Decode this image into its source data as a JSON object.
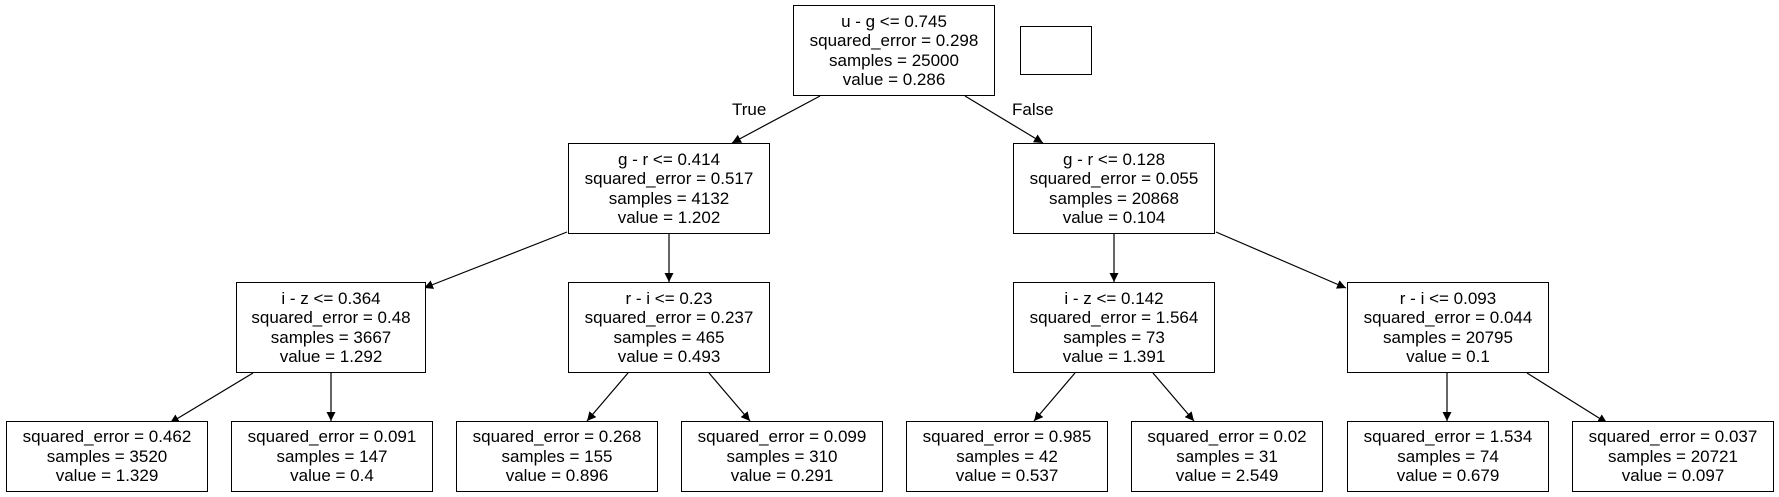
{
  "tree": {
    "root": {
      "condition": "u - g <= 0.745",
      "squared_error": "squared_error = 0.298",
      "samples": "samples = 25000",
      "value": "value = 0.286"
    },
    "edge_labels": {
      "true_label": "True",
      "false_label": "False"
    },
    "level1": {
      "left": {
        "condition": "g - r <= 0.414",
        "squared_error": "squared_error = 0.517",
        "samples": "samples = 4132",
        "value": "value = 1.202"
      },
      "right": {
        "condition": "g - r <= 0.128",
        "squared_error": "squared_error = 0.055",
        "samples": "samples = 20868",
        "value": "value = 0.104"
      }
    },
    "level2": {
      "ll": {
        "condition": "i - z <= 0.364",
        "squared_error": "squared_error = 0.48",
        "samples": "samples = 3667",
        "value": "value = 1.292"
      },
      "lr": {
        "condition": "r - i <= 0.23",
        "squared_error": "squared_error = 0.237",
        "samples": "samples = 465",
        "value": "value = 0.493"
      },
      "rl": {
        "condition": "i - z <= 0.142",
        "squared_error": "squared_error = 1.564",
        "samples": "samples = 73",
        "value": "value = 1.391"
      },
      "rr": {
        "condition": "r - i <= 0.093",
        "squared_error": "squared_error = 0.044",
        "samples": "samples = 20795",
        "value": "value = 0.1"
      }
    },
    "leaves": {
      "l1": {
        "squared_error": "squared_error = 0.462",
        "samples": "samples = 3520",
        "value": "value = 1.329"
      },
      "l2": {
        "squared_error": "squared_error = 0.091",
        "samples": "samples = 147",
        "value": "value = 0.4"
      },
      "l3": {
        "squared_error": "squared_error = 0.268",
        "samples": "samples = 155",
        "value": "value = 0.896"
      },
      "l4": {
        "squared_error": "squared_error = 0.099",
        "samples": "samples = 310",
        "value": "value = 0.291"
      },
      "l5": {
        "squared_error": "squared_error = 0.985",
        "samples": "samples = 42",
        "value": "value = 0.537"
      },
      "l6": {
        "squared_error": "squared_error = 0.02",
        "samples": "samples = 31",
        "value": "value = 2.549"
      },
      "l7": {
        "squared_error": "squared_error = 1.534",
        "samples": "samples = 74",
        "value": "value = 0.679"
      },
      "l8": {
        "squared_error": "squared_error = 0.037",
        "samples": "samples = 20721",
        "value": "value = 0.097"
      }
    }
  }
}
